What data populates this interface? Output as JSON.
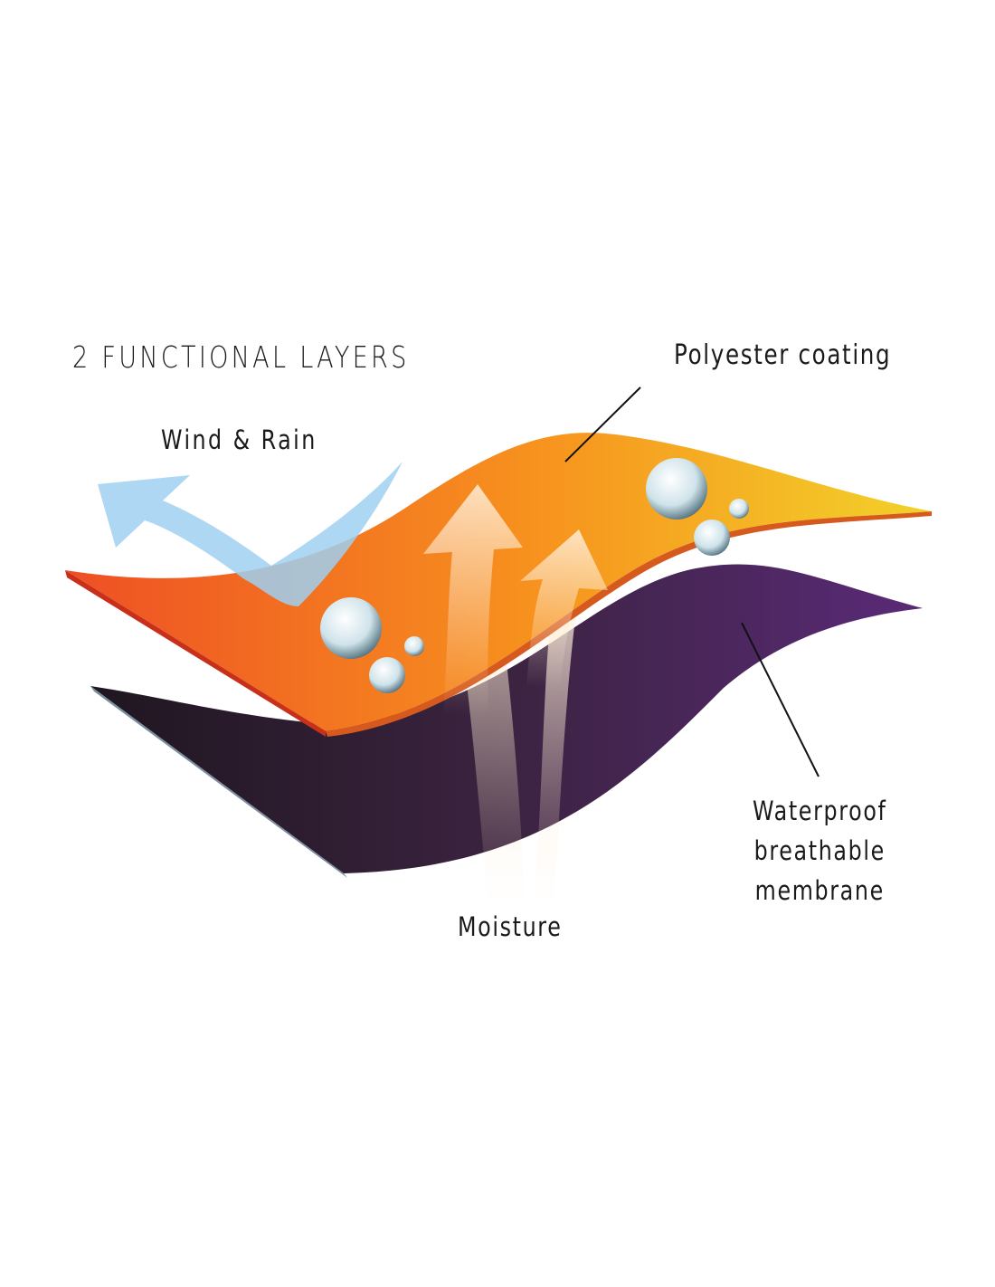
{
  "title": "2 FUNCTIONAL LAYERS",
  "labels": {
    "outer_layer": "Polyester coating",
    "wind_rain": "Wind & Rain",
    "membrane_line1": "Waterproof",
    "membrane_line2": "breathable",
    "membrane_line3": "membrane",
    "moisture": "Moisture"
  },
  "colors": {
    "outer_left": "#ee4f24",
    "outer_mid": "#f7931e",
    "outer_right": "#f2d22a",
    "membrane_dark": "#2a1a2c",
    "membrane_purple": "#5a2a78",
    "wind_arrow": "#9fd0f0",
    "moisture_arrow": "#fde6c8"
  }
}
